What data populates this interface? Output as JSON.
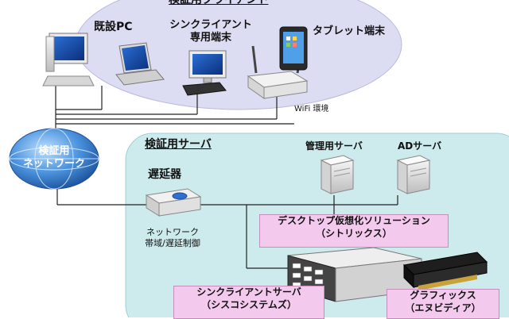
{
  "clients": {
    "title": "検証用クライアント",
    "existing_pc": "既設PC",
    "thin_client_line1": "シンクライアント",
    "thin_client_line2": "専用端末",
    "tablet": "タブレット端末",
    "wifi": "WiFi 環境"
  },
  "network": {
    "line1": "検証用",
    "line2": "ネットワーク"
  },
  "servers": {
    "title": "検証用サーバ",
    "management_server": "管理用サーバ",
    "ad_server": "ADサーバ",
    "delay_device": "遅延器",
    "delay_caption_line1": "ネットワーク",
    "delay_caption_line2": "帯域/遅延制御",
    "desktop_virt_line1": "デスクトップ仮想化ソリューション",
    "desktop_virt_line2": "（シトリックス）",
    "thin_server_line1": "シンクライアントサーバ",
    "thin_server_line2": "（シスコシステムズ）",
    "graphics_line1": "グラフィックス",
    "graphics_line2": "（エヌビディア）"
  },
  "colors": {
    "client_area": "#dcdcf3",
    "server_area": "#cdeaec",
    "network_globe": "#2a6fbf",
    "label_box": "#f4c9ee"
  }
}
